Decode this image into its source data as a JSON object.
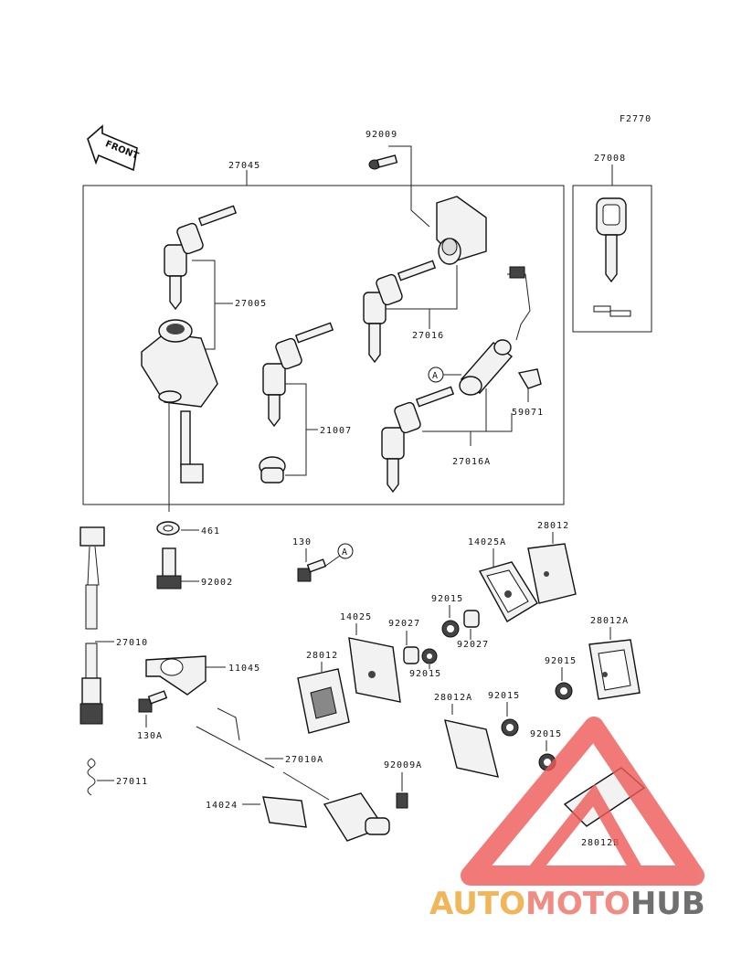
{
  "figure_code": "F2770",
  "front_label": "FRONT",
  "circle_marker": "A",
  "watermark": {
    "part1": "AUTO",
    "part2": "MOTO",
    "part3": "HUB",
    "colors": {
      "part1": "#f2b65a",
      "part2": "#f08c84",
      "part3": "#707070",
      "logo": "#ee5a57"
    }
  },
  "labels": {
    "p27045": "27045",
    "p92009": "92009",
    "p27008": "27008",
    "p27005": "27005",
    "p27016": "27016",
    "p21007": "21007",
    "p59071": "59071",
    "p27016A": "27016A",
    "p461": "461",
    "p92002": "92002",
    "p130": "130",
    "p14025A": "14025A",
    "p28012_top": "28012",
    "p92015_a": "92015",
    "p92027_a": "92027",
    "p14025": "14025",
    "p92027_b": "92027",
    "p28012A_right": "28012A",
    "p28012_left": "28012",
    "p92015_b": "92015",
    "p92015_c": "92015",
    "p27010": "27010",
    "p11045": "11045",
    "p130A": "130A",
    "p28012A_mid": "28012A",
    "p92015_d": "92015",
    "p27010A": "27010A",
    "p92009A": "92009A",
    "p92015_e": "92015",
    "p27011": "27011",
    "p14024": "14024",
    "p28012B": "28012B"
  }
}
